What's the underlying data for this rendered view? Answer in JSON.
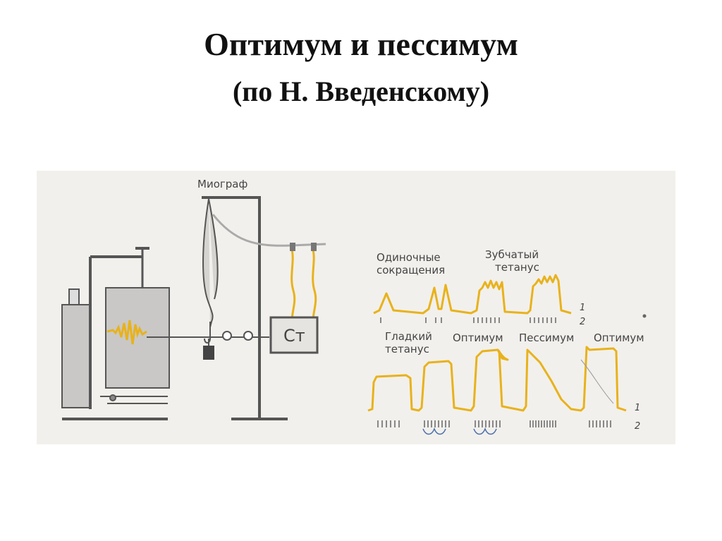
{
  "title": {
    "main": "Оптимум и пессимум",
    "sub": "(по Н. Введенскому)"
  },
  "figure": {
    "apparatus": {
      "myograph_label": "Миограф",
      "stimulator_label": "Ст"
    },
    "traces": {
      "single_contractions": "Одиночные\nсокращения",
      "dentate_tetanus": "Зубчатый\nтетанус",
      "smooth_tetanus": "Гладкий\nтетанус",
      "optimum_1": "Оптимум",
      "pessimum": "Пессимум",
      "optimum_2": "Оптимум",
      "line_1": "1",
      "line_2": "2"
    },
    "colors": {
      "trace": "#e8b21c",
      "frame": "#555555",
      "background": "#f2f0ec"
    }
  }
}
